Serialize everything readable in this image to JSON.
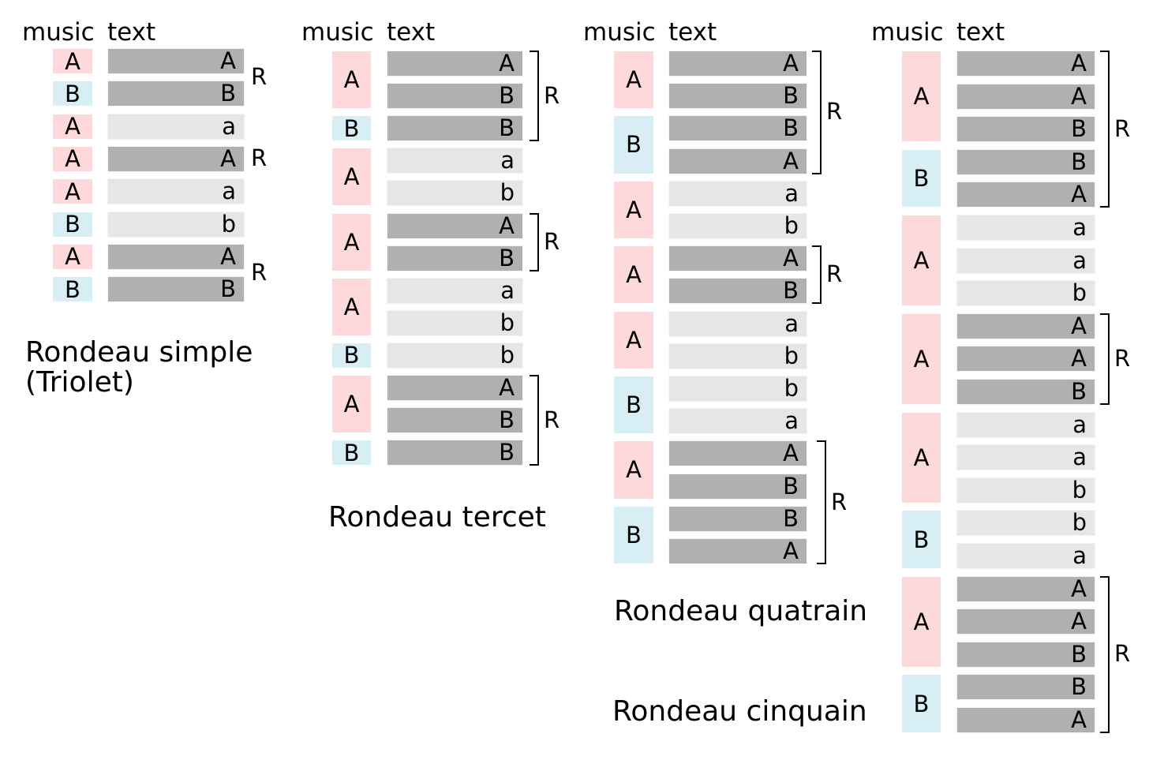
{
  "colors": {
    "music_A": "#fdd9db",
    "music_B": "#d8eef5",
    "text_refrain": "#b0b0b0",
    "text_verse": "#e6e6e6"
  },
  "columns": [
    {
      "music_header": "music",
      "text_header": "text",
      "title": [
        "Rondeau simple",
        "(Triolet)"
      ],
      "music": [
        "A",
        "B",
        "A",
        "A",
        "A",
        "B",
        "A",
        "B"
      ],
      "text": [
        "A",
        "B",
        "a",
        "A",
        "a",
        "b",
        "A",
        "B"
      ],
      "refrain_label": "R"
    },
    {
      "music_header": "music",
      "text_header": "text",
      "title": [
        "Rondeau tercet"
      ],
      "music": [
        "A",
        "B",
        "A",
        "A",
        "A",
        "B",
        "A",
        "B"
      ],
      "text": [
        "A",
        "B",
        "B",
        "a",
        "b",
        "A",
        "B",
        "a",
        "b",
        "b",
        "A",
        "B",
        "B"
      ],
      "refrain_label": "R"
    },
    {
      "music_header": "music",
      "text_header": "text",
      "title": [
        "Rondeau quatrain"
      ],
      "music": [
        "A",
        "B",
        "A",
        "A",
        "A",
        "B",
        "A",
        "B"
      ],
      "text": [
        "A",
        "B",
        "B",
        "A",
        "a",
        "b",
        "A",
        "B",
        "a",
        "b",
        "b",
        "a",
        "A",
        "B",
        "B",
        "A"
      ],
      "refrain_label": "R"
    },
    {
      "music_header": "music",
      "text_header": "text",
      "title": [
        "Rondeau cinquain"
      ],
      "music": [
        "A",
        "B",
        "A",
        "A",
        "A",
        "B",
        "A",
        "B"
      ],
      "text": [
        "A",
        "A",
        "B",
        "B",
        "A",
        "a",
        "a",
        "b",
        "A",
        "A",
        "B",
        "a",
        "a",
        "b",
        "b",
        "a",
        "A",
        "A",
        "B",
        "B",
        "A"
      ],
      "refrain_label": "R"
    }
  ]
}
